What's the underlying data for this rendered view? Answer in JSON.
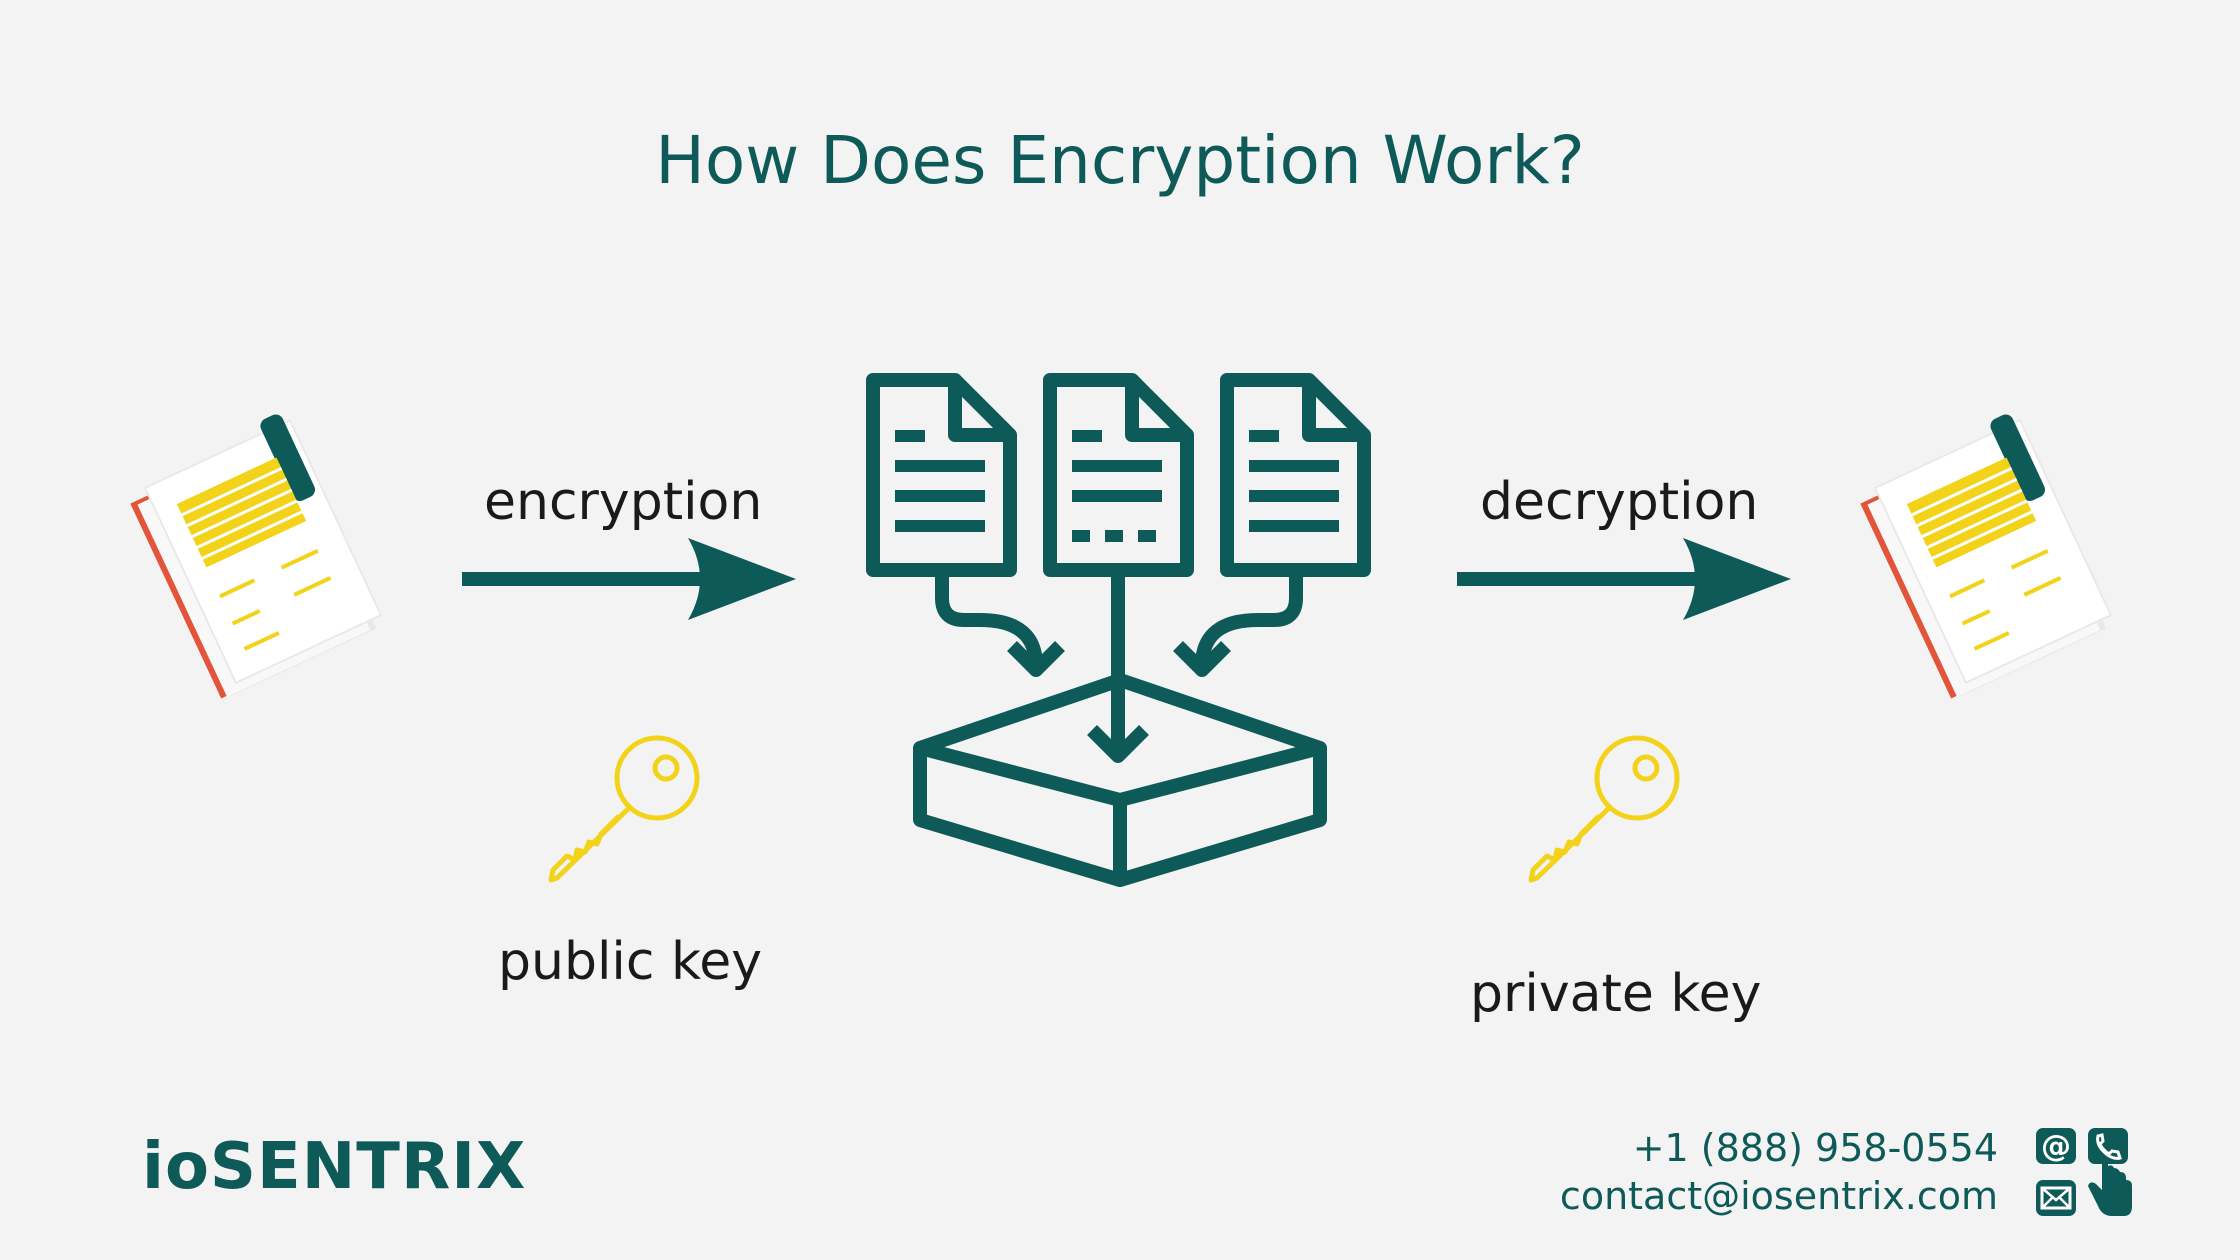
{
  "title": "How Does Encryption Work?",
  "labels": {
    "encryption": "encryption",
    "decryption": "decryption",
    "public_key": "public key",
    "private_key": "private key"
  },
  "brand": "ioSENTRIX",
  "contact": {
    "phone": "+1 (888) 958-0554",
    "email": "contact@iosentrix.com"
  },
  "colors": {
    "teal": "#0d5a58",
    "key_yellow": "#f3d21a",
    "doc_red": "#e2553a",
    "background": "#f3f3f3"
  },
  "icons": [
    "documents-icon",
    "encrypted-files-icon",
    "storage-box-icon",
    "key-icon",
    "arrow-right-icon",
    "at-icon",
    "phone-icon",
    "mail-icon",
    "pointer-hand-icon"
  ]
}
